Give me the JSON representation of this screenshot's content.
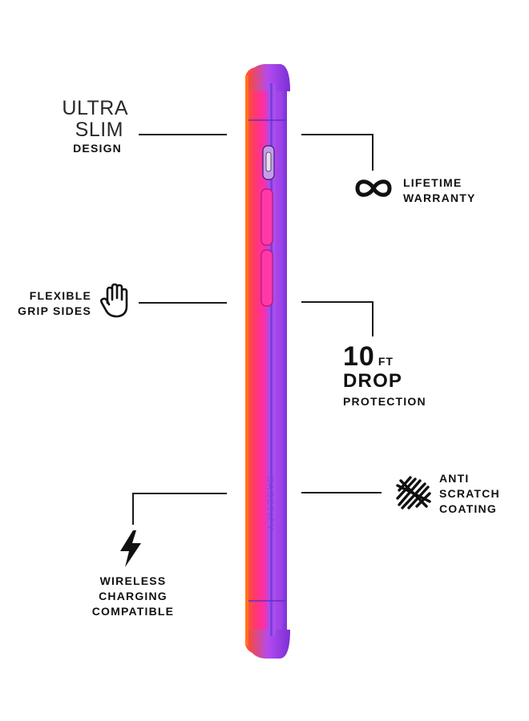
{
  "features": {
    "ultra_slim": {
      "line1": "ULTRA",
      "line2": "SLIM",
      "line3": "DESIGN"
    },
    "lifetime_warranty": {
      "line1": "LIFETIME",
      "line2": "WARRANTY",
      "icon": "infinity-icon"
    },
    "flexible_grip": {
      "line1": "FLEXIBLE",
      "line2": "GRIP SIDES",
      "icon": "hand-icon"
    },
    "drop_protection": {
      "number": "10",
      "unit": "FT",
      "line1": "DROP",
      "line2": "PROTECTION"
    },
    "anti_scratch": {
      "line1": "ANTI",
      "line2": "SCRATCH",
      "line3": "COATING",
      "icon": "scratch-icon"
    },
    "wireless_charging": {
      "line1": "WIRELESS",
      "line2": "CHARGING",
      "line3": "COMPATIBLE",
      "icon": "lightning-icon"
    }
  },
  "product": {
    "brand_text": "CASETIFY"
  },
  "colors": {
    "purple": "#8b2fe0",
    "pink": "#ff2f8a",
    "orange": "#ff6a1a",
    "line": "#1a1a1a"
  }
}
